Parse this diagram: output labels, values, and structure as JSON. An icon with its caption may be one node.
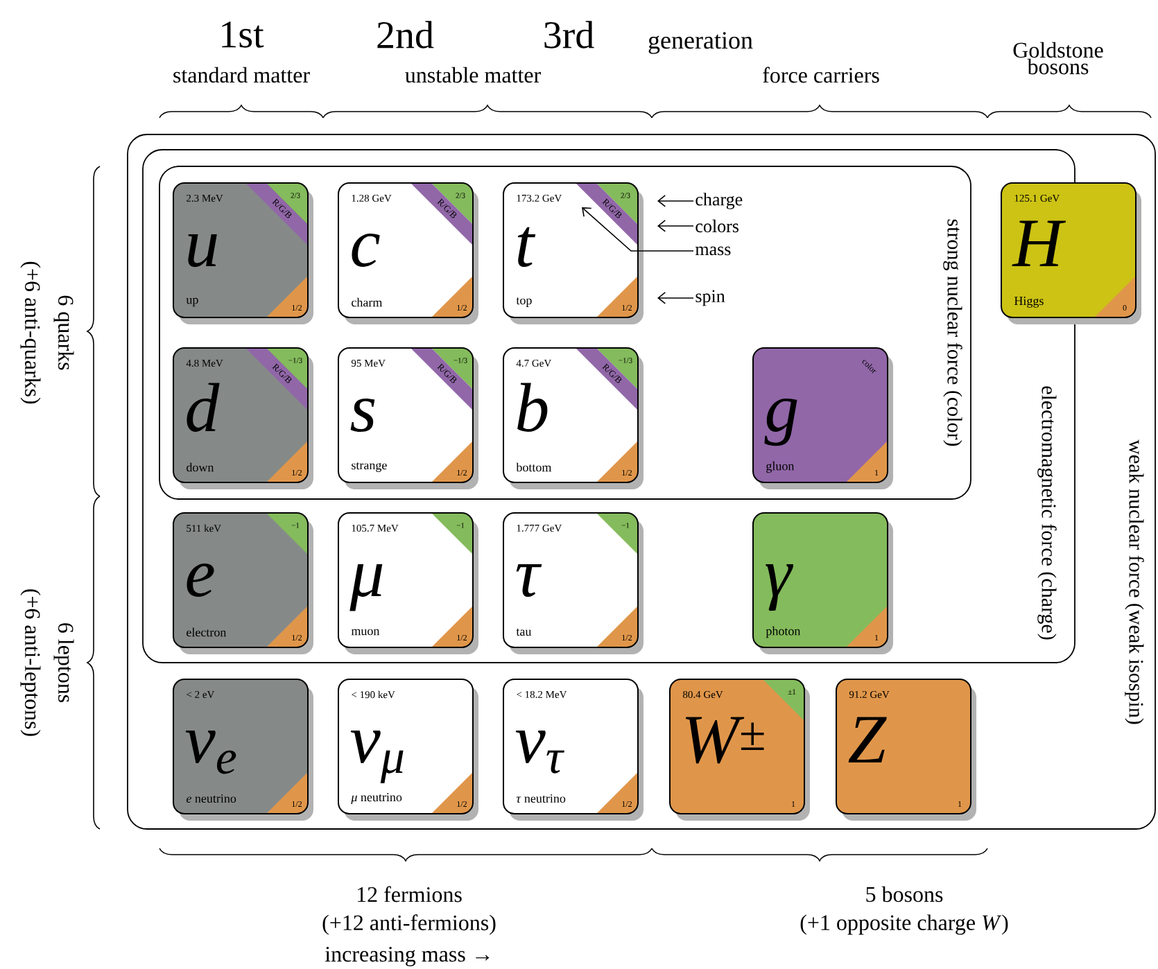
{
  "diagram": {
    "nodes": [
      {
        "text": [
          "weak nuclear force (weak isospin)"
        ]
      },
      {
        "text": [
          "electromagnetic force (charge)"
        ],
        "in": 0
      },
      {
        "text": [
          "strong nuclear force (color)"
        ],
        "in": 1
      },
      {
        "text": [
          "2.3 MeV",
          "2/3",
          "R/G/B",
          "u",
          "up",
          "1/2"
        ],
        "in": 2
      },
      {
        "text": [
          "1.28 GeV",
          "2/3",
          "R/G/B",
          "c",
          "charm",
          "1/2"
        ],
        "in": 2
      },
      {
        "text": [
          "173.2 GeV",
          "2/3",
          "R/G/B",
          "t",
          "top",
          "1/2"
        ],
        "in": 2
      },
      {
        "text": [
          "charge"
        ],
        "in": 2
      },
      {
        "text": [
          "colors"
        ],
        "in": 2
      },
      {
        "text": [
          "mass"
        ],
        "in": 2
      },
      {
        "text": [
          "spin"
        ],
        "in": 2
      },
      {
        "text": [
          "125.1 GeV",
          "H",
          "Higgs",
          "0"
        ],
        "in": 0
      },
      {
        "text": [
          "4.8 MeV",
          "−1/3",
          "R/G/B",
          "d",
          "down",
          "1/2"
        ],
        "in": 2
      },
      {
        "text": [
          "95 MeV",
          "−1/3",
          "R/G/B",
          "s",
          "strange",
          "1/2"
        ],
        "in": 2
      },
      {
        "text": [
          "4.7 GeV",
          "−1/3",
          "R/G/B",
          "b",
          "bottom",
          "1/2"
        ],
        "in": 2
      },
      {
        "text": [
          "color",
          "g",
          "gluon",
          "1"
        ],
        "in": 2
      },
      {
        "text": [
          "511 keV",
          "−1",
          "e",
          "electron",
          "1/2"
        ],
        "in": 1
      },
      {
        "text": [
          "105.7 MeV",
          "−1",
          "μ",
          "muon",
          "1/2"
        ],
        "in": 1
      },
      {
        "text": [
          "1.777 GeV",
          "−1",
          "τ",
          "tau",
          "1/2"
        ],
        "in": 1
      },
      {
        "text": [
          "γ",
          "photon",
          "1"
        ],
        "in": 1
      },
      {
        "text": [
          "< 2 eV",
          "ν$_{e}$",
          "*e* neutrino",
          "1/2"
        ],
        "in": 0
      },
      {
        "text": [
          "< 190 keV",
          "ν$_{μ}$",
          "*μ* neutrino",
          "1/2"
        ],
        "in": 0
      },
      {
        "text": [
          "< 18.2 MeV",
          "ν$_{τ}$",
          "*τ* neutrino",
          "1/2"
        ],
        "in": 0
      },
      {
        "text": [
          "80.4 GeV",
          "±1",
          "W$^{±}$",
          "1"
        ],
        "in": 0
      },
      {
        "text": [
          "91.2 GeV",
          "Z",
          "1"
        ],
        "in": 0
      }
    ],
    "edges": [
      {
        "from": 6,
        "to": null,
        "arrow": "to"
      },
      {
        "from": 7,
        "to": null,
        "arrow": "to"
      },
      {
        "from": 8,
        "to": 5,
        "arrow": "to"
      },
      {
        "from": 9,
        "to": null,
        "arrow": "to"
      }
    ],
    "labels": [
      "1st",
      "2nd",
      "3rd",
      "generation",
      "standard matter",
      "unstable matter",
      "force carriers",
      "Goldstone bosons",
      "6 quarks",
      "(+6 anti-quarks)",
      "6 leptons",
      "(+6 anti-leptons)",
      "12 fermions",
      "5 bosons",
      "(+12 anti-fermions)",
      "(+1 opposite charge *W*)",
      "increasing mass →"
    ]
  }
}
